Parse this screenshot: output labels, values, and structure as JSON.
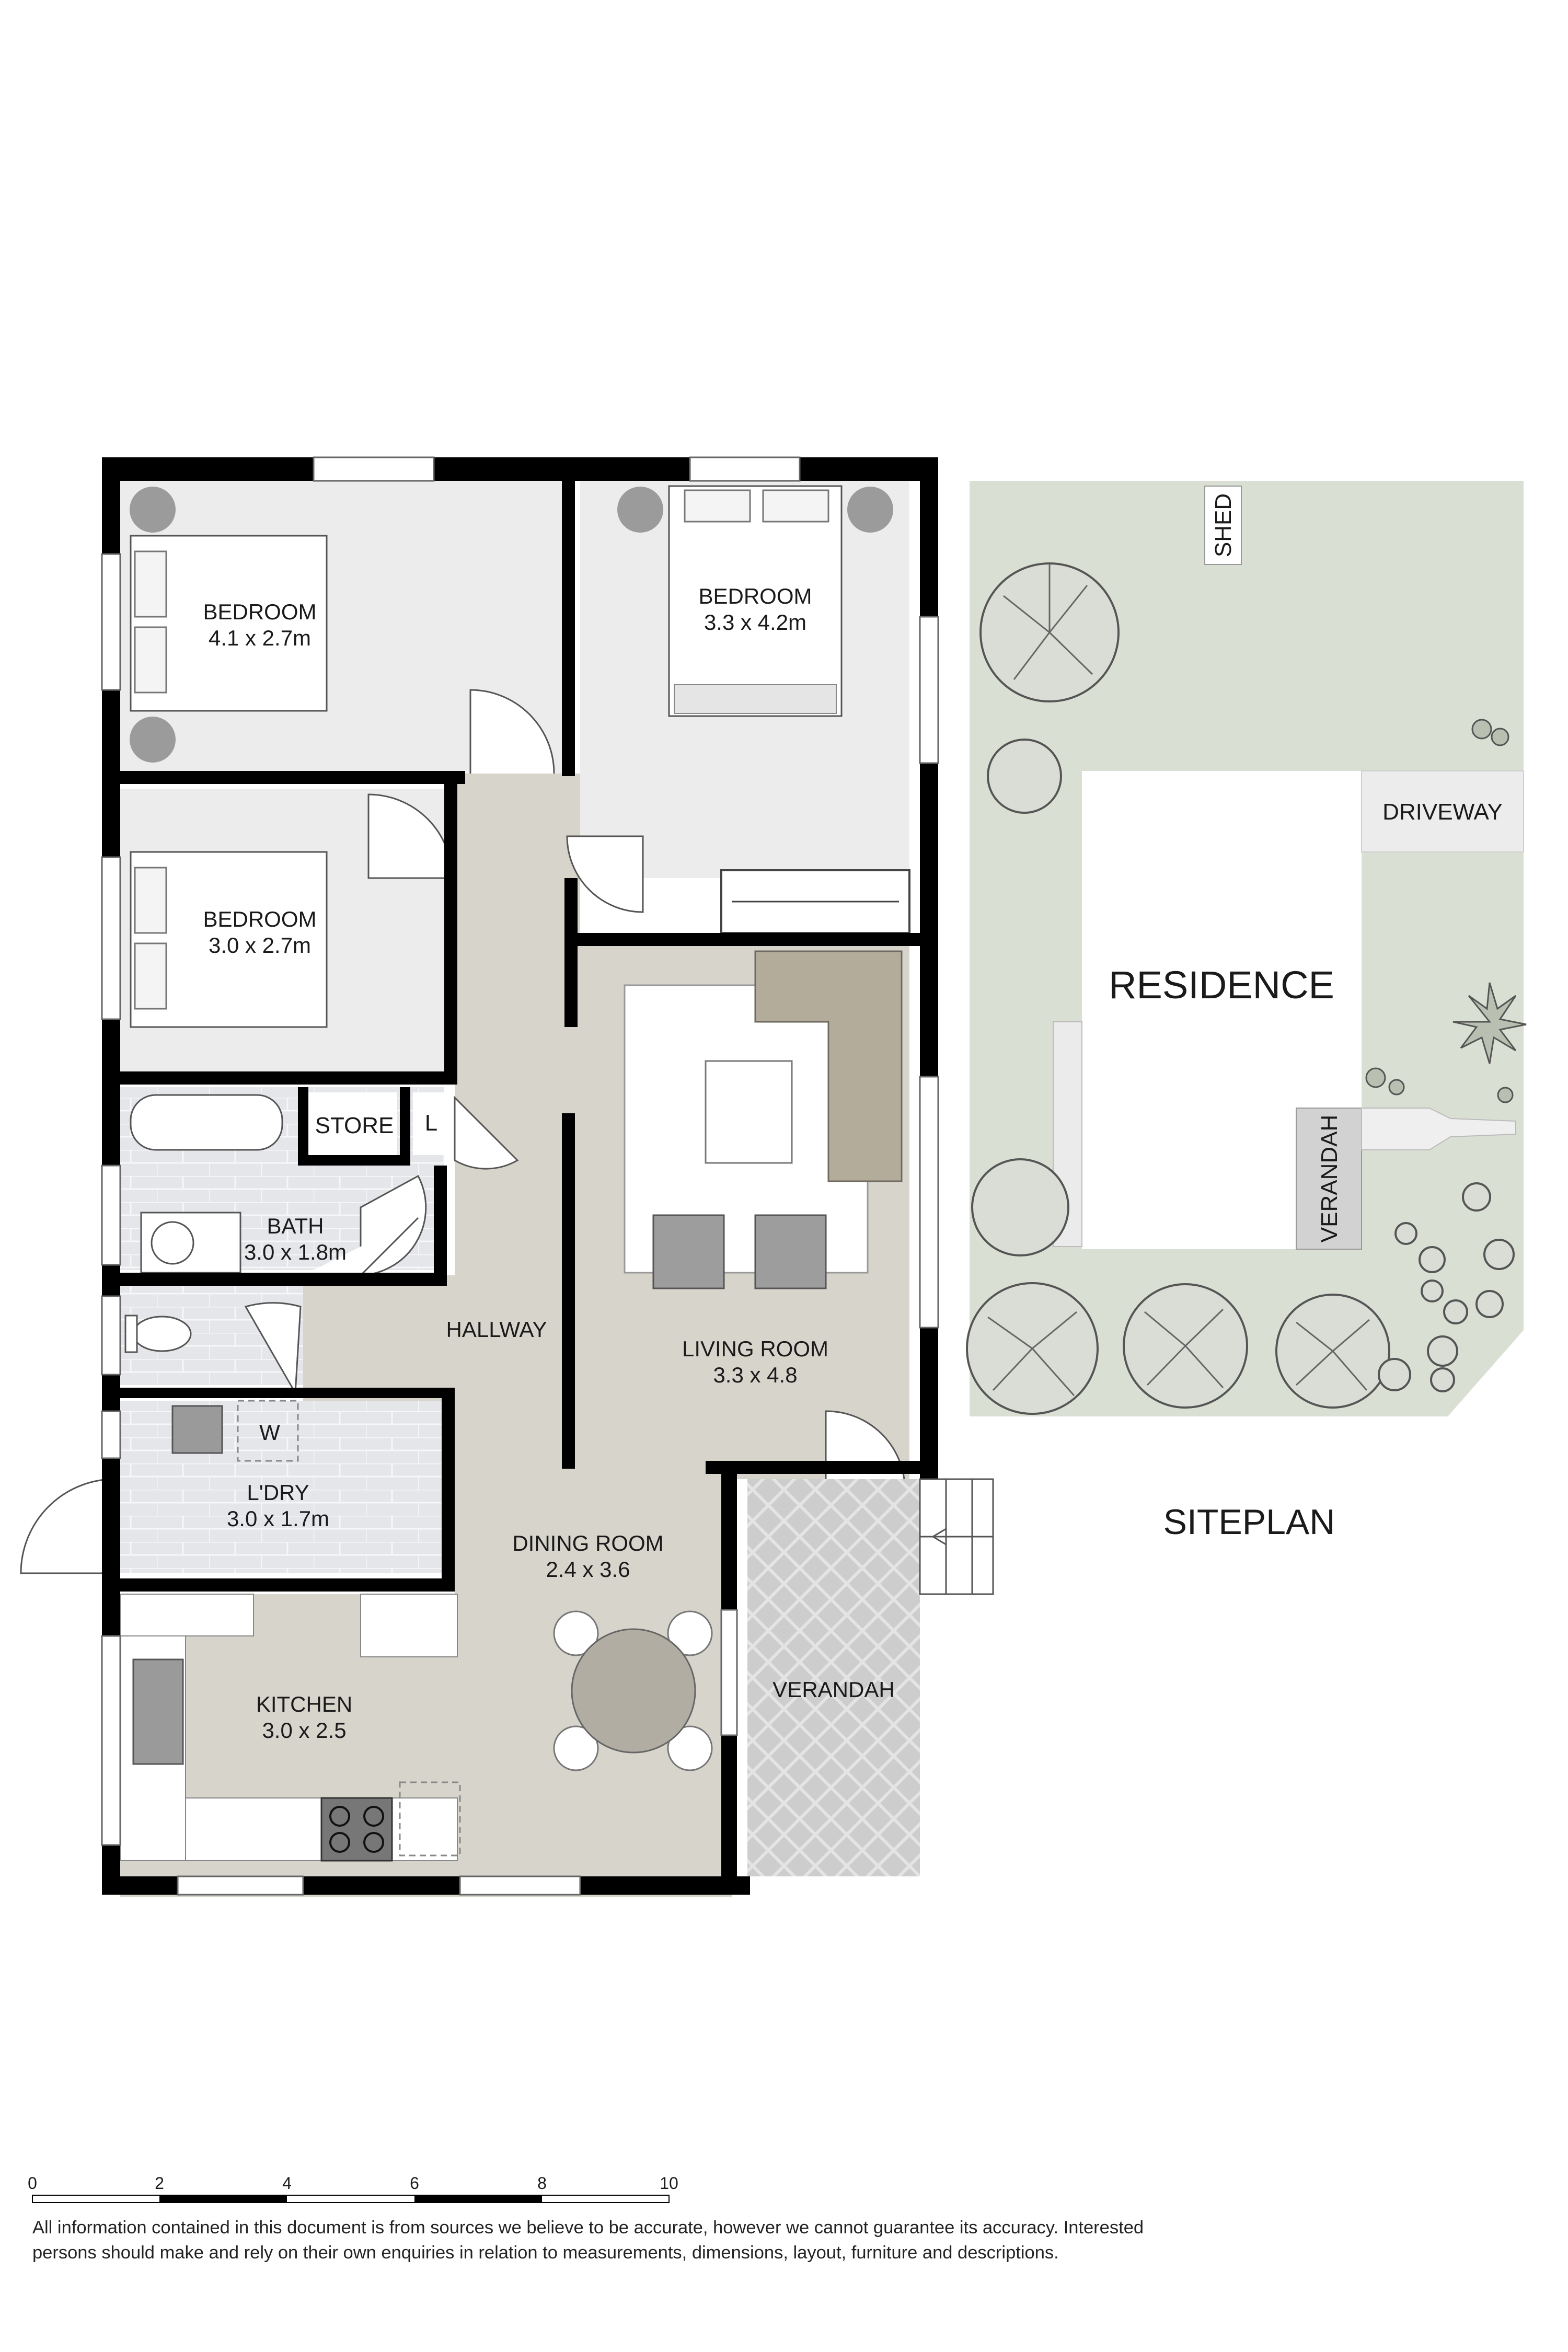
{
  "rooms": [
    {
      "name": "BEDROOM",
      "dims": "4.1 x 2.7m"
    },
    {
      "name": "BEDROOM",
      "dims": "3.3 x 4.2m"
    },
    {
      "name": "BEDROOM",
      "dims": "3.0 x 2.7m"
    },
    {
      "name": "LIVING ROOM",
      "dims": "3.3 x 4.8"
    },
    {
      "name": "BATH",
      "dims": "3.0 x 1.8m"
    },
    {
      "name": "L'DRY",
      "dims": "3.0 x 1.7m"
    },
    {
      "name": "DINING ROOM",
      "dims": "2.4 x 3.6"
    },
    {
      "name": "KITCHEN",
      "dims": "3.0 x 2.5"
    }
  ],
  "labels": {
    "store": "STORE",
    "linen": "L",
    "hallway": "HALLWAY",
    "washer": "W",
    "verandah": "VERANDAH"
  },
  "siteplan": {
    "title": "SITEPLAN",
    "shed": "SHED",
    "driveway": "DRIVEWAY",
    "residence": "RESIDENCE",
    "verandah": "VERANDAH"
  },
  "scale": {
    "ticks": [
      "0",
      "2",
      "4",
      "6",
      "8",
      "10"
    ]
  },
  "disclaimer": [
    "All information contained in this document is from sources we believe to be accurate, however we cannot guarantee its accuracy. Interested",
    "persons should make and rely on their own enquiries in relation to measurements, dimensions, layout, furniture and descriptions."
  ],
  "colors": {
    "wall": "#000000",
    "room_floor": "#ececec",
    "hall_floor": "#d7d4cc",
    "tile_floor": "#e4e6ea",
    "verandah_floor": "#cfcfcf",
    "lawn": "#dadfd3",
    "bed_white": "#ffffff",
    "furniture_grey": "#a9a9a9"
  }
}
